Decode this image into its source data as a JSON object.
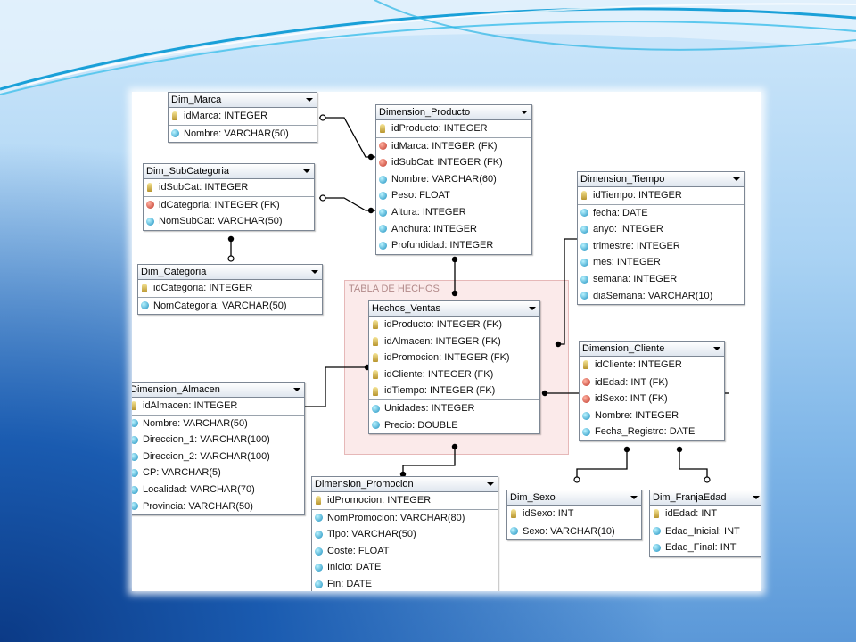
{
  "diagram": {
    "group_label": "TABLA DE HECHOS",
    "tables": {
      "dim_marca": {
        "title": "Dim_Marca",
        "rows": [
          {
            "text": "idMarca: INTEGER",
            "icon": "key-icon"
          },
          {
            "text": "Nombre: VARCHAR(50)",
            "icon": "column-icon"
          }
        ]
      },
      "dimension_producto": {
        "title": "Dimension_Producto",
        "rows": [
          {
            "text": "idProducto: INTEGER",
            "icon": "key-icon"
          },
          {
            "text": "idMarca: INTEGER (FK)",
            "icon": "foreign-key-icon"
          },
          {
            "text": "idSubCat: INTEGER (FK)",
            "icon": "foreign-key-icon"
          },
          {
            "text": "Nombre: VARCHAR(60)",
            "icon": "column-icon"
          },
          {
            "text": "Peso: FLOAT",
            "icon": "column-icon"
          },
          {
            "text": "Altura: INTEGER",
            "icon": "column-icon"
          },
          {
            "text": "Anchura: INTEGER",
            "icon": "column-icon"
          },
          {
            "text": "Profundidad: INTEGER",
            "icon": "column-icon"
          }
        ]
      },
      "dim_subcategoria": {
        "title": "Dim_SubCategoria",
        "rows": [
          {
            "text": "idSubCat: INTEGER",
            "icon": "key-icon"
          },
          {
            "text": "idCategoria: INTEGER (FK)",
            "icon": "foreign-key-icon"
          },
          {
            "text": "NomSubCat: VARCHAR(50)",
            "icon": "column-icon"
          }
        ]
      },
      "dimension_tiempo": {
        "title": "Dimension_Tiempo",
        "rows": [
          {
            "text": "idTiempo: INTEGER",
            "icon": "key-icon"
          },
          {
            "text": "fecha: DATE",
            "icon": "column-icon"
          },
          {
            "text": "anyo: INTEGER",
            "icon": "column-icon"
          },
          {
            "text": "trimestre: INTEGER",
            "icon": "column-icon"
          },
          {
            "text": "mes: INTEGER",
            "icon": "column-icon"
          },
          {
            "text": "semana: INTEGER",
            "icon": "column-icon"
          },
          {
            "text": "diaSemana: VARCHAR(10)",
            "icon": "column-icon"
          }
        ]
      },
      "dim_categoria": {
        "title": "Dim_Categoria",
        "rows": [
          {
            "text": "idCategoria: INTEGER",
            "icon": "key-icon"
          },
          {
            "text": "NomCategoria: VARCHAR(50)",
            "icon": "column-icon"
          }
        ]
      },
      "hechos_ventas": {
        "title": "Hechos_Ventas",
        "rows": [
          {
            "text": "idProducto: INTEGER (FK)",
            "icon": "key-icon"
          },
          {
            "text": "idAlmacen: INTEGER (FK)",
            "icon": "key-icon"
          },
          {
            "text": "idPromocion: INTEGER (FK)",
            "icon": "key-icon"
          },
          {
            "text": "idCliente: INTEGER (FK)",
            "icon": "key-icon"
          },
          {
            "text": "idTiempo: INTEGER (FK)",
            "icon": "key-icon"
          },
          {
            "text": "Unidades: INTEGER",
            "icon": "column-icon"
          },
          {
            "text": "Precio: DOUBLE",
            "icon": "column-icon"
          }
        ]
      },
      "dimension_cliente": {
        "title": "Dimension_Cliente",
        "rows": [
          {
            "text": "idCliente: INTEGER",
            "icon": "key-icon"
          },
          {
            "text": "idEdad: INT (FK)",
            "icon": "foreign-key-icon"
          },
          {
            "text": "idSexo: INT (FK)",
            "icon": "foreign-key-icon"
          },
          {
            "text": "Nombre: INTEGER",
            "icon": "column-icon"
          },
          {
            "text": "Fecha_Registro: DATE",
            "icon": "column-icon"
          }
        ]
      },
      "dimension_almacen": {
        "title": "Dimension_Almacen",
        "rows": [
          {
            "text": "idAlmacen: INTEGER",
            "icon": "key-icon"
          },
          {
            "text": "Nombre: VARCHAR(50)",
            "icon": "column-icon"
          },
          {
            "text": "Direccion_1: VARCHAR(100)",
            "icon": "column-icon"
          },
          {
            "text": "Direccion_2: VARCHAR(100)",
            "icon": "column-icon"
          },
          {
            "text": "CP: VARCHAR(5)",
            "icon": "column-icon"
          },
          {
            "text": "Localidad: VARCHAR(70)",
            "icon": "column-icon"
          },
          {
            "text": "Provincia: VARCHAR(50)",
            "icon": "column-icon"
          }
        ]
      },
      "dimension_promocion": {
        "title": "Dimension_Promocion",
        "rows": [
          {
            "text": "idPromocion: INTEGER",
            "icon": "key-icon"
          },
          {
            "text": "NomPromocion: VARCHAR(80)",
            "icon": "column-icon"
          },
          {
            "text": "Tipo: VARCHAR(50)",
            "icon": "column-icon"
          },
          {
            "text": "Coste: FLOAT",
            "icon": "column-icon"
          },
          {
            "text": "Inicio: DATE",
            "icon": "column-icon"
          },
          {
            "text": "Fin: DATE",
            "icon": "column-icon"
          }
        ]
      },
      "dim_sexo": {
        "title": "Dim_Sexo",
        "rows": [
          {
            "text": "idSexo: INT",
            "icon": "key-icon"
          },
          {
            "text": "Sexo: VARCHAR(10)",
            "icon": "column-icon"
          }
        ]
      },
      "dim_franjaedad": {
        "title": "Dim_FranjaEdad",
        "rows": [
          {
            "text": "idEdad: INT",
            "icon": "key-icon"
          },
          {
            "text": "Edad_Inicial: INT",
            "icon": "column-icon"
          },
          {
            "text": "Edad_Final: INT",
            "icon": "column-icon"
          }
        ]
      }
    }
  }
}
